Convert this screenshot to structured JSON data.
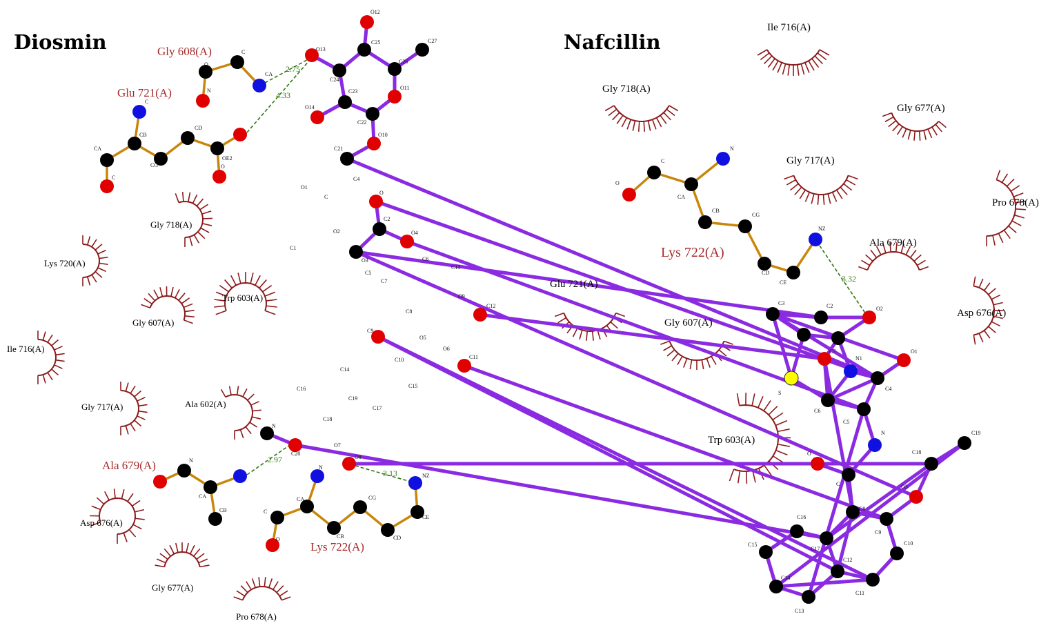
{
  "colors": {
    "ligand_bond": "#8a2be2",
    "residue_bond": "#c8860b",
    "carbon": "#000000",
    "oxygen": "#e00000",
    "nitrogen": "#1010e0",
    "sulfur": "#ffff00",
    "hbond": "#2d7a12",
    "hbond_label": "#3a7d12",
    "hydrophobic": "#8b1a1a",
    "bonded_residue_label": "#a52a2a",
    "contact_residue_label": "#000000"
  },
  "panels": [
    {
      "title": "Diosmin",
      "residue_labels": [
        {
          "text": "Gly 608(A)",
          "kind": "bonded"
        },
        {
          "text": "Glu 721(A)",
          "kind": "bonded"
        },
        {
          "text": "Ala 679(A)",
          "kind": "bonded"
        },
        {
          "text": "Lys 722(A)",
          "kind": "bonded"
        },
        {
          "text": "Gly 718(A)",
          "kind": "contact"
        },
        {
          "text": "Lys 720(A)",
          "kind": "contact"
        },
        {
          "text": "Trp 603(A)",
          "kind": "contact"
        },
        {
          "text": "Gly 607(A)",
          "kind": "contact"
        },
        {
          "text": "Ile 716(A)",
          "kind": "contact"
        },
        {
          "text": "Gly 717(A)",
          "kind": "contact"
        },
        {
          "text": "Ala 602(A)",
          "kind": "contact"
        },
        {
          "text": "Asp 676(A)",
          "kind": "contact"
        },
        {
          "text": "Gly 677(A)",
          "kind": "contact"
        },
        {
          "text": "Pro 678(A)",
          "kind": "contact"
        }
      ],
      "hbond_distances": [
        "2.75",
        "4.33",
        "2.97",
        "3.13"
      ],
      "atom_labels": [
        "O12",
        "C25",
        "C27",
        "O13",
        "C24",
        "O11",
        "C23",
        "C26",
        "O14",
        "C22",
        "O10",
        "C21",
        "C4",
        "O1",
        "O",
        "C",
        "C2",
        "O4",
        "O2",
        "C1",
        "O3",
        "C5",
        "C6",
        "C13",
        "C7",
        "O9",
        "C12",
        "C8",
        "O5",
        "C9",
        "O6",
        "C11",
        "C10",
        "C15",
        "C14",
        "C16",
        "C19",
        "C17",
        "C18",
        "O7",
        "O8",
        "C20",
        "N",
        "C",
        "CA",
        "CB",
        "CG",
        "CD",
        "OE2",
        "O",
        "C",
        "O",
        "N",
        "CA",
        "C",
        "N",
        "CA",
        "CB",
        "N",
        "C",
        "O",
        "CA",
        "CB",
        "CG",
        "CD",
        "CE",
        "NZ"
      ]
    },
    {
      "title": "Nafcillin",
      "residue_labels": [
        {
          "text": "Ile 716(A)",
          "kind": "contact"
        },
        {
          "text": "Gly 718(A)",
          "kind": "contact"
        },
        {
          "text": "Gly 677(A)",
          "kind": "contact"
        },
        {
          "text": "Gly 717(A)",
          "kind": "contact"
        },
        {
          "text": "Pro 678(A)",
          "kind": "contact"
        },
        {
          "text": "Lys 722(A)",
          "kind": "bonded"
        },
        {
          "text": "Ala 679(A)",
          "kind": "contact"
        },
        {
          "text": "Glu 721(A)",
          "kind": "contact"
        },
        {
          "text": "Asp 676(A)",
          "kind": "contact"
        },
        {
          "text": "Gly 607(A)",
          "kind": "contact"
        },
        {
          "text": "Trp 603(A)",
          "kind": "contact"
        }
      ],
      "hbond_distances": [
        "3.32"
      ],
      "atom_labels": [
        "N",
        "C",
        "O",
        "CA",
        "CB",
        "CG",
        "CD",
        "CE",
        "NZ",
        "C3",
        "C2",
        "O2",
        "C7",
        "N1",
        "O1",
        "C4",
        "S",
        "C6",
        "C5",
        "N",
        "O",
        "C",
        "C8",
        "C19",
        "C18",
        "O3",
        "C9",
        "C10",
        "C16",
        "C17",
        "C12",
        "C15",
        "C14",
        "C11",
        "C13"
      ]
    }
  ]
}
